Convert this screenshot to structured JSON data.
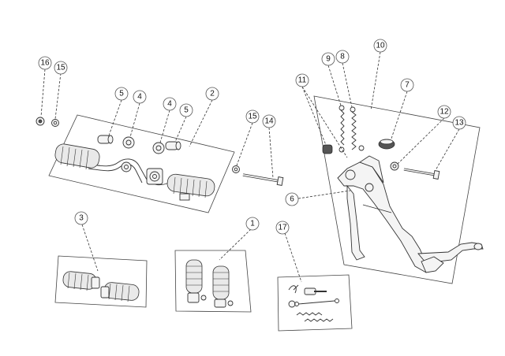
{
  "callouts": [
    "16",
    "15",
    "5",
    "4",
    "4",
    "5",
    "2",
    "15",
    "14",
    "11",
    "9",
    "8",
    "10",
    "7",
    "12",
    "13",
    "6",
    "3",
    "1",
    "17"
  ],
  "colors": {
    "line": "#333333",
    "background": "#ffffff"
  }
}
